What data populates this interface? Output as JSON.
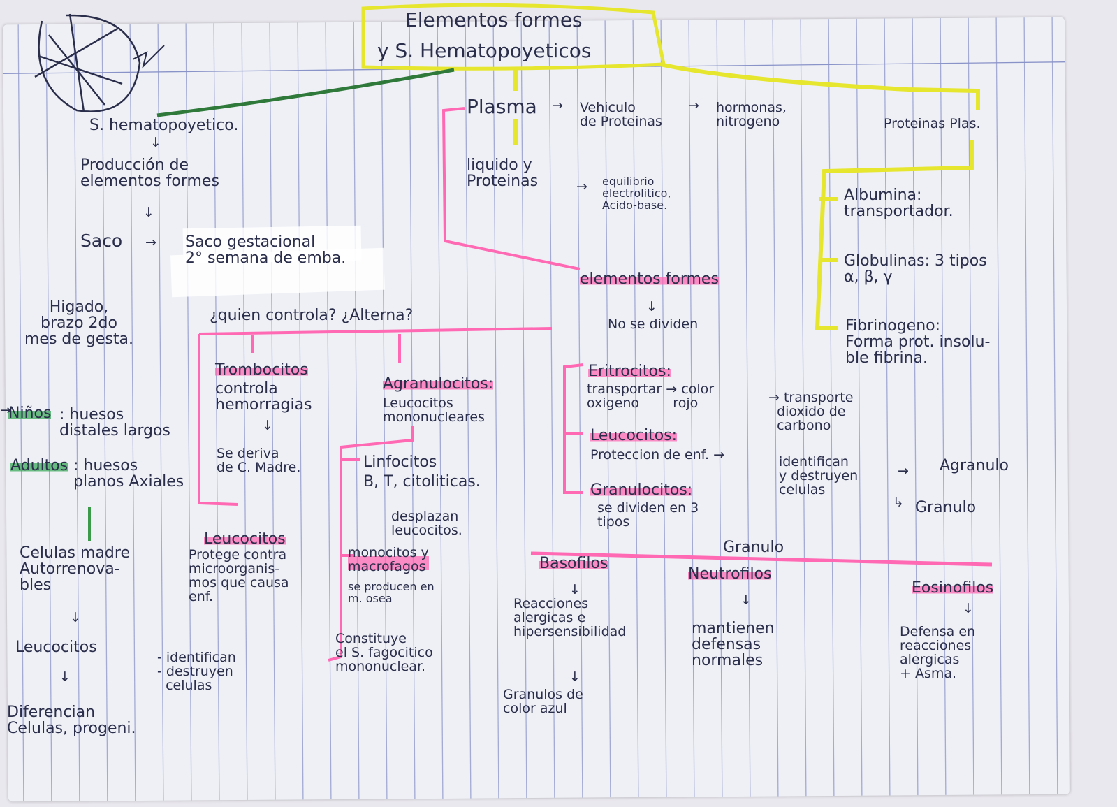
{
  "title": {
    "line1": "Elementos formes",
    "line2": "y S. Hematopoyeticos"
  },
  "left": {
    "s_hemato": "S. hematopoyetico.",
    "produccion": "Producción de\nelementos formes",
    "saco": "Saco",
    "saco_gest": "Saco gestacional\n2° semana de emba.",
    "higado": "Higado,\nbrazo 2do\nmes de gesta.",
    "quien": "¿quien controla? ¿Alterna?",
    "ninos_label": "Niños",
    "ninos_text": ": huesos\ndistales largos",
    "adultos_label": "Adultos",
    "adultos_text": ": huesos\nplanos Axiales",
    "celulas_madre": "Celulas madre\nAutorrenova-\nbles",
    "leucocitos": "Leucocitos",
    "diferencian": "Diferencian\nCelulas, progeni.",
    "identifican": "- identifican\n- destruyen\n  celulas"
  },
  "middle": {
    "trombocitos_title": "Trombocitos",
    "trombocitos_text": "controla\nhemorragias",
    "se_deriva": "Se deriva\nde C. Madre.",
    "leucocitos_title": "Leucocitos",
    "leucocitos_text": "Protege contra\nmicroorganis-\nmos que causa\nenf.",
    "agranulocitos_title": "Agranulocitos:",
    "agranulocitos_text": "Leucocitos\nmononucleares",
    "linfocitos_title": "Linfocitos",
    "linfocitos_text": "B, T, citoliticas.",
    "desplazan": "desplazan\nleucocitos.",
    "monocitos_title": "monocitos y\nmacrofagos",
    "monocitos_text": "se producen en\nm. osea",
    "constituye": "Constituye\nel S. fagocitico\nmononuclear."
  },
  "plasma": {
    "plasma": "Plasma",
    "vehiculo": "Vehiculo\nde Proteinas",
    "hormonas": "hormonas,\nnitrogeno",
    "proteinas_plas": "Proteinas Plas.",
    "liquido": "liquido y\nProteinas",
    "equilibrio": "equilibrio\nelectrolitico,\nAcido-base.",
    "albumina": "Albumina:\ntransportador.",
    "globulinas": "Globulinas: 3 tipos\nα, β, γ",
    "fibrinogeno": "Fibrinogeno:\nForma prot. insolu-\nble fibrina."
  },
  "elementos": {
    "title": "elementos formes",
    "no_dividen": "No se dividen",
    "eritrocitos_title": "Eritrocitos:",
    "eritrocitos_text": "transportar → color\noxigeno        rojo",
    "transporte": "→ transporte\n  dioxido de\n  carbono",
    "leucocitos_title": "Leucocitos:",
    "leucocitos_text": "Proteccion de enf. →",
    "identifican": "identifican\ny destruyen\ncelulas",
    "agranulo": "Agranulo",
    "granulo": "Granulo",
    "granulocitos_title": "Granulocitos:",
    "granulocitos_text": "se dividen en 3\ntipos",
    "granulo_label": "Granulo",
    "basofilos": "Basofilos",
    "basofilos_text": "Reacciones\nalergicas e\nhipersensibilidad",
    "basofilos_gran": "Granulos de\ncolor azul",
    "neutrofilos": "Neutrofilos",
    "neutrofilos_text": "mantienen\ndefensas\nnormales",
    "eosinofilos": "Eosinofilos",
    "eosinofilos_text": "Defensa en\nreacciones\nalergicas\n+ Asma."
  },
  "colors": {
    "ink": "#2b2e4a",
    "pink": "#ff69b4",
    "yellow": "#e6e62e",
    "green": "#2f7a3a",
    "grid": "#8a93c8"
  }
}
